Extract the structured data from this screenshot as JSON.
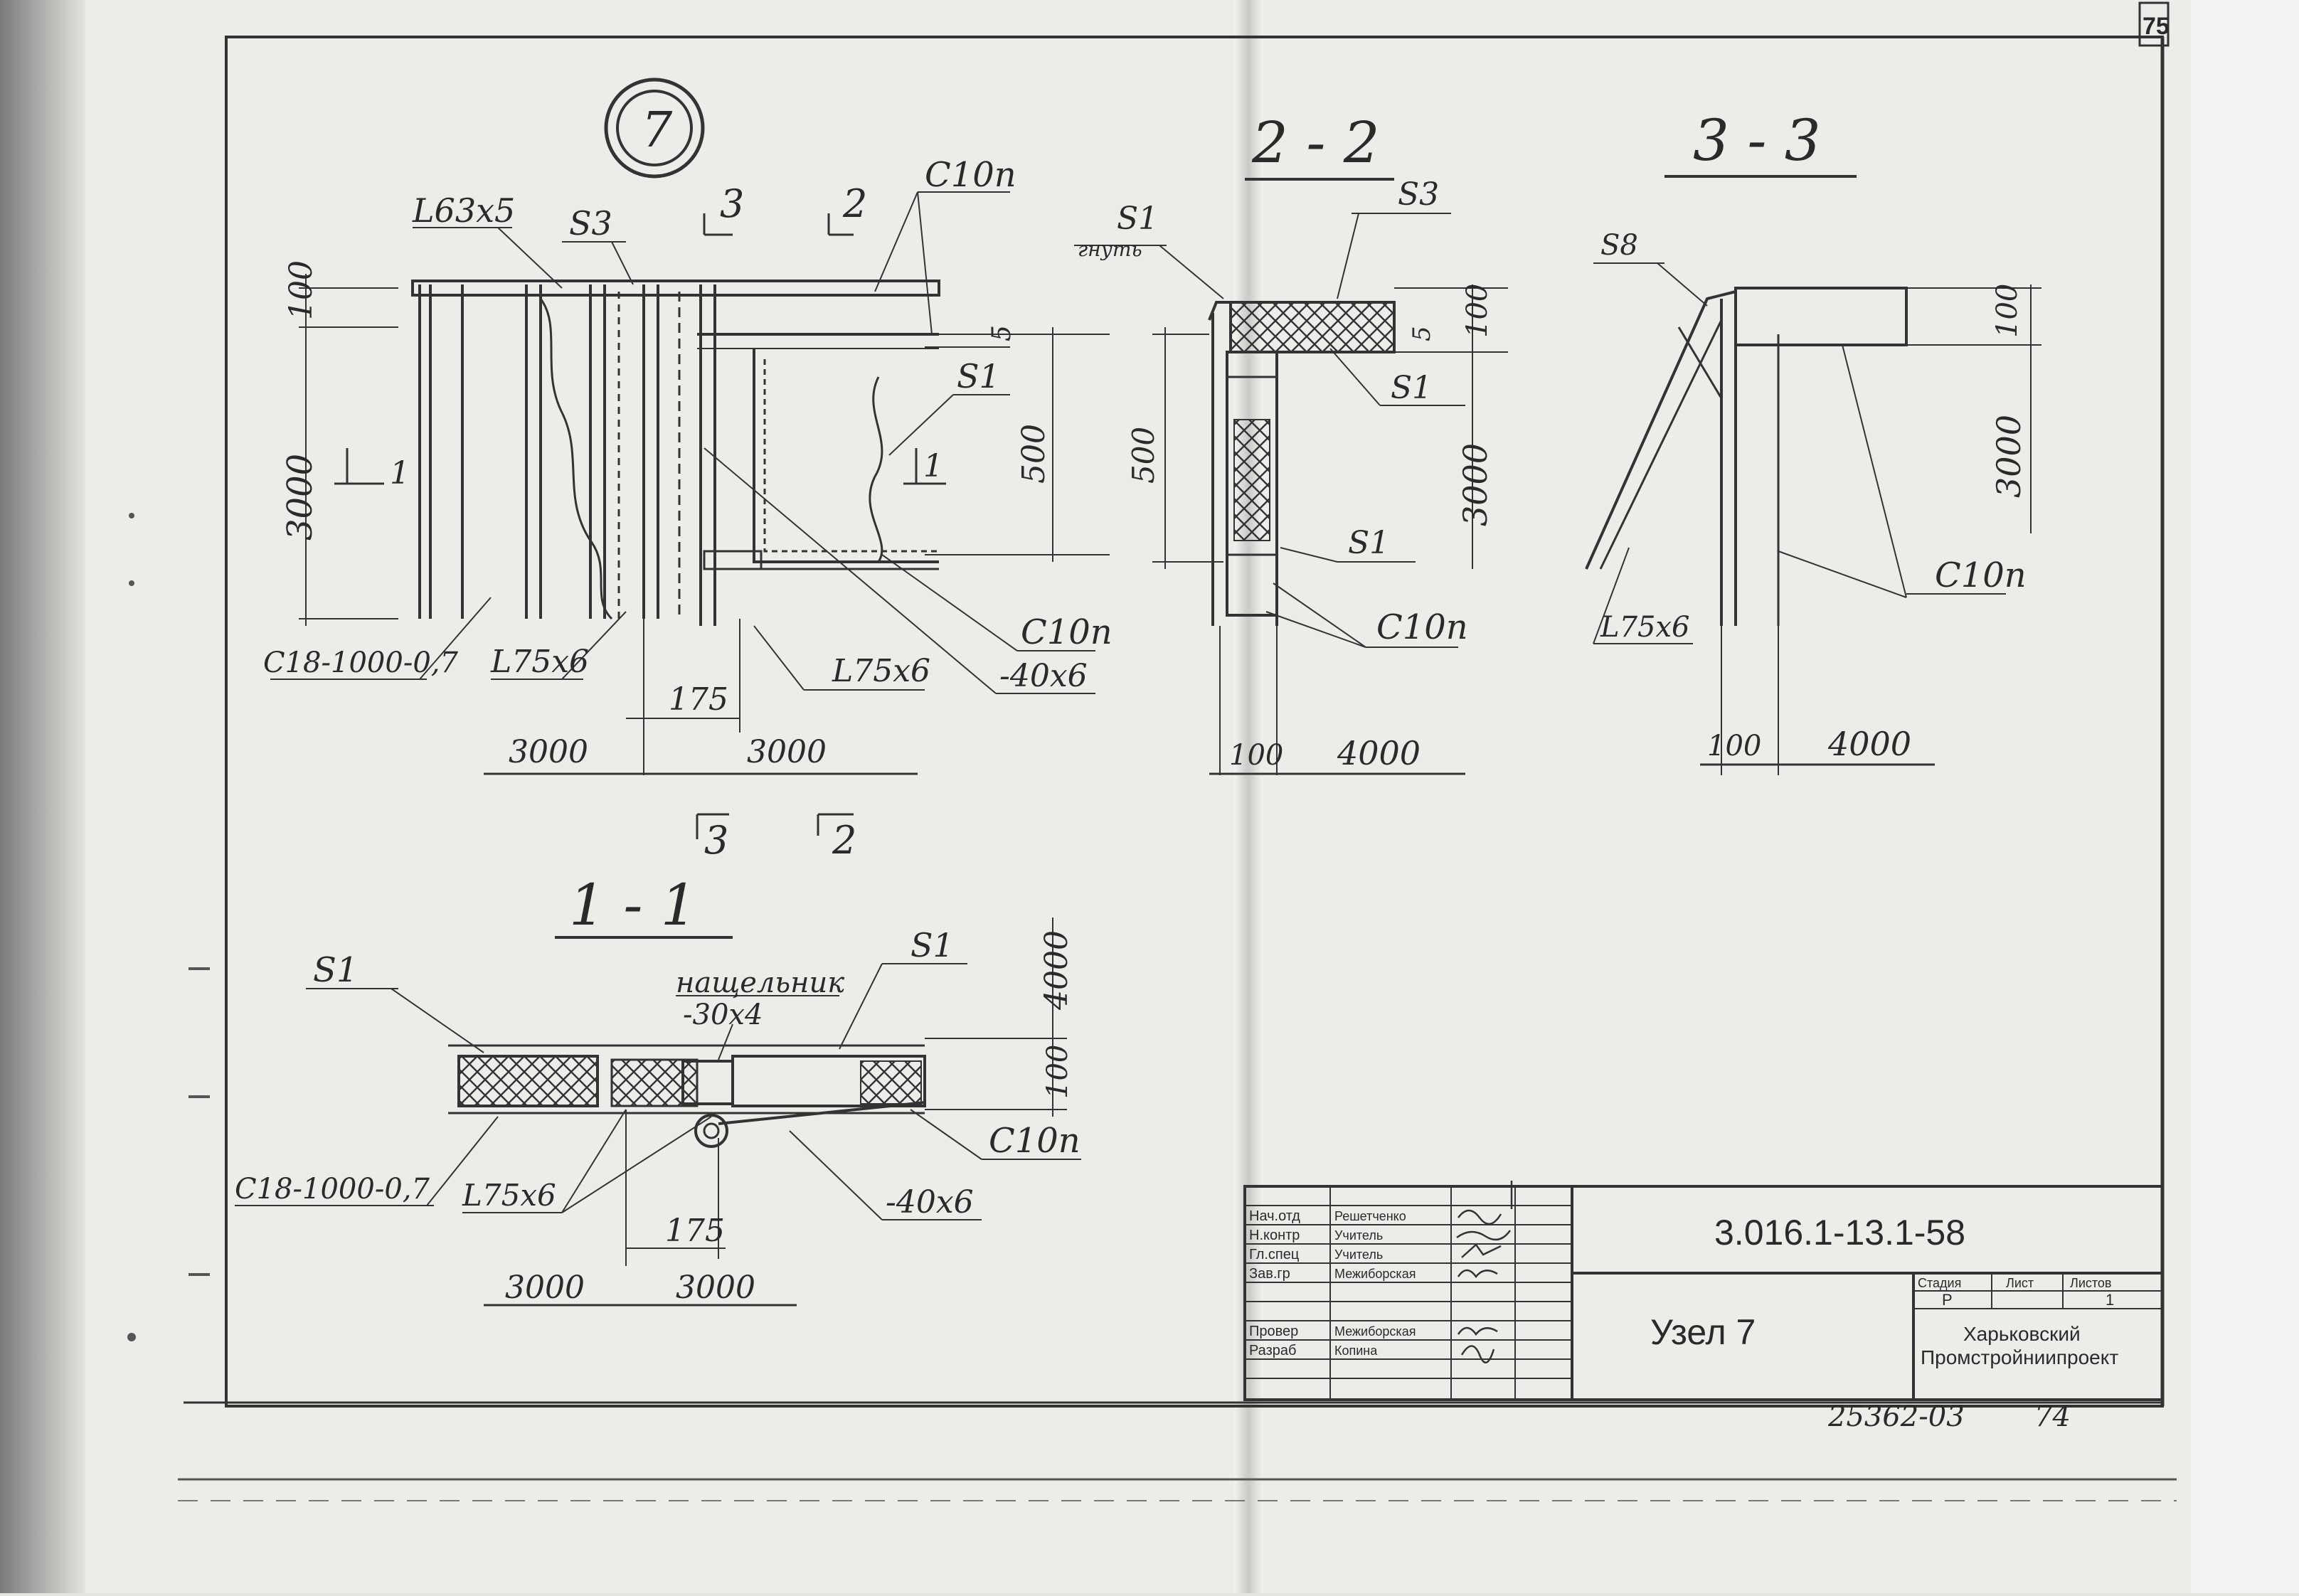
{
  "page_number": "75",
  "sheet_code": "25362-03",
  "sheet_index": "74",
  "node": {
    "number": "7"
  },
  "sections": {
    "s22": "2 - 2",
    "s33": "3 - 3",
    "s11": "1 - 1"
  },
  "cut_marks": {
    "a": "3",
    "b": "2",
    "c": "1",
    "a_bottom": "3",
    "b_bottom": "2"
  },
  "labels": {
    "L63x5": "L63x5",
    "S3": "S3",
    "C10p": "С10п",
    "S1": "S1",
    "gnut": "гнуть",
    "S8": "S8",
    "C18": "C18-1000-0,7",
    "L75x6": "L75x6",
    "strip40x6": "-40x6",
    "nashchelnik": "нащельник",
    "strip30x4": "-30x4"
  },
  "dims": {
    "d100": "100",
    "d3000": "3000",
    "d500": "500",
    "d5": "5",
    "d175": "175",
    "d4000": "4000"
  },
  "title_block": {
    "roles": [
      "Нач.отд",
      "Н.контр",
      "Гл.спец",
      "Зав.гр",
      "Провер",
      "Разраб"
    ],
    "names": [
      "Решетченко",
      "Учитель",
      "Учитель",
      "Межиборская",
      "Межиборская",
      "Копина"
    ],
    "document_code": "3.016.1-13.1-58",
    "title": "Узел 7",
    "stage_header": "Стадия",
    "sheet_header": "Лист",
    "sheets_header": "Листов",
    "stage": "Р",
    "sheets": "1",
    "org_line1": "Харьковский",
    "org_line2": "Промстройниипроект"
  }
}
